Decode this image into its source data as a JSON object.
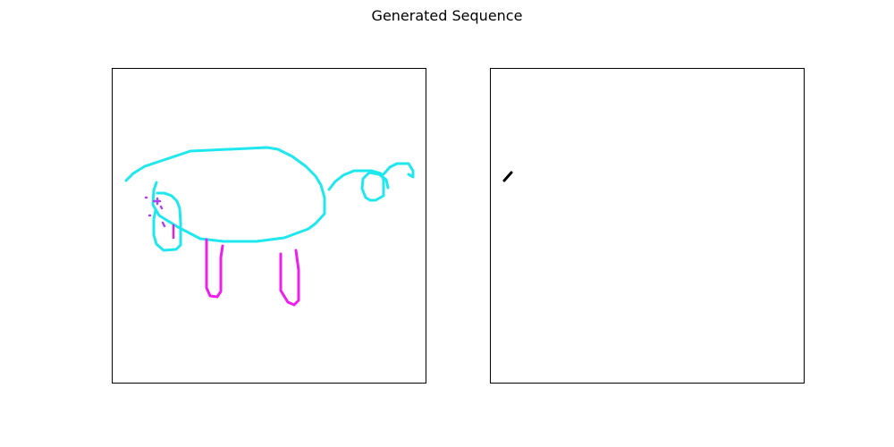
{
  "figure": {
    "title": "Generated Sequence"
  },
  "panels": [
    {
      "name": "generated-sketch-panel",
      "strokes": [
        {
          "name": "body-outline-stroke",
          "color": "#1ee8ee"
        },
        {
          "name": "head-outline-stroke",
          "color": "#1ee8ee"
        },
        {
          "name": "tail-loop-stroke",
          "color": "#1ee8ee"
        },
        {
          "name": "tail-curl-stroke",
          "color": "#1ee8ee"
        },
        {
          "name": "front-leg-stroke",
          "color": "#ee1eee"
        },
        {
          "name": "back-leg-stroke",
          "color": "#ee1eee"
        },
        {
          "name": "face-dot-strokes",
          "color": "#aa44ee"
        },
        {
          "name": "snout-stroke",
          "color": "#dd22dd"
        }
      ]
    },
    {
      "name": "stepwise-sketch-panel",
      "strokes": [
        {
          "name": "first-stroke-segment",
          "color": "#000000"
        }
      ]
    }
  ]
}
